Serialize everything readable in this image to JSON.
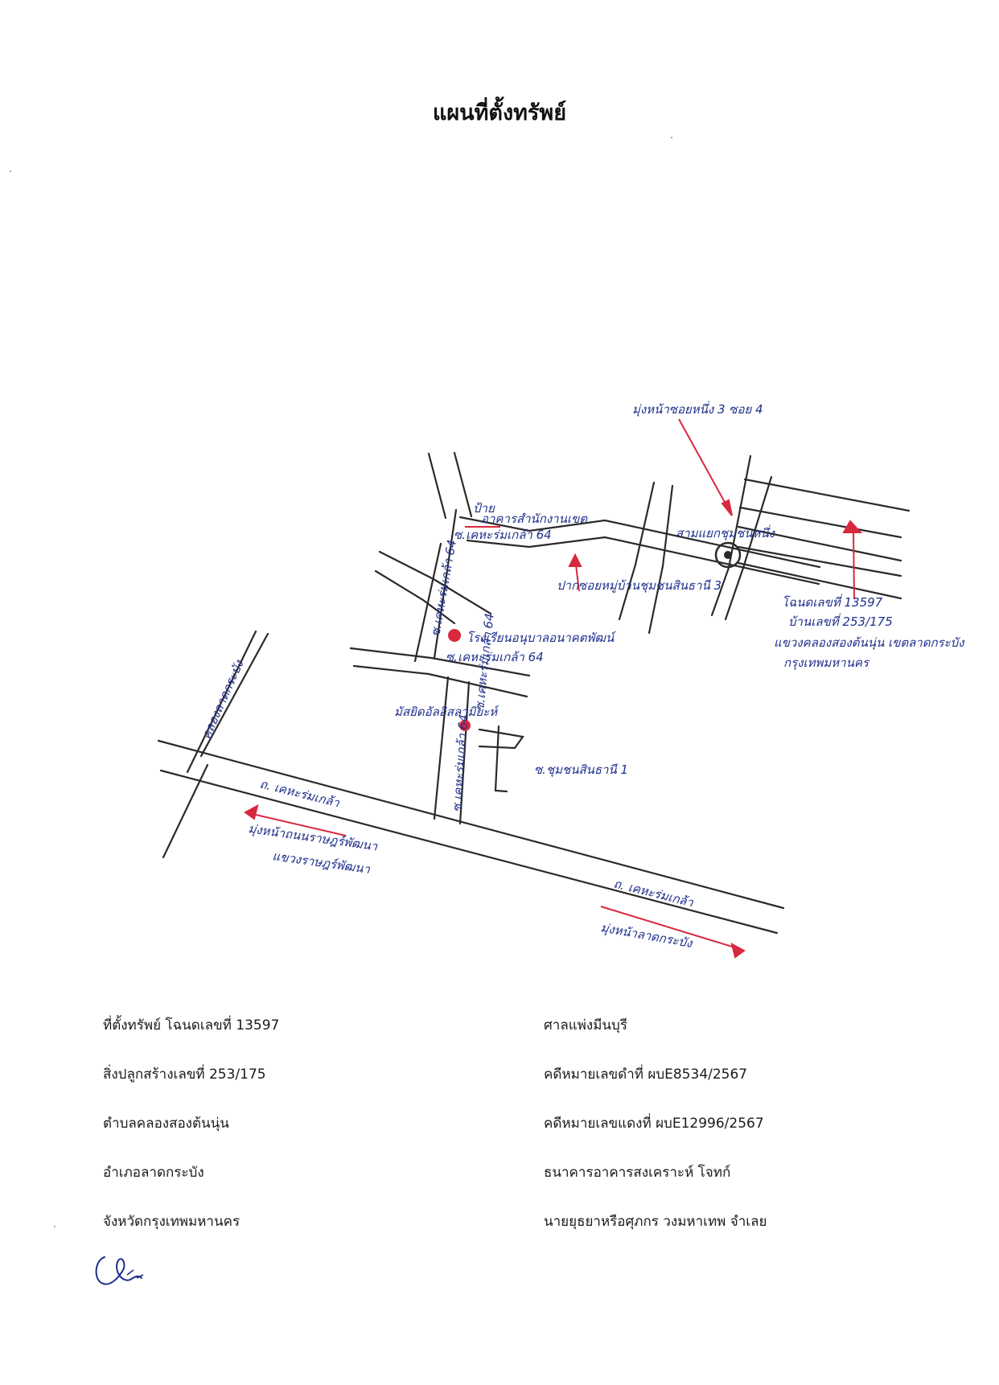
{
  "title": "แผนที่ตั้งทรัพย์",
  "map": {
    "labels": {
      "top_pointer": "มุ่งหน้าซอยหนึ่ง 3 ซอย 4",
      "roundabout": "สามแยกชุมชนหนึ่ง",
      "soi_main_1": "ซ.เคหะร่มเกล้า 64",
      "soi_main_2": "ซ.เคหะร่มเกล้า 64",
      "soi_main_3": "ซ.เคหะร่มเกล้า 64",
      "soi_main_4": "ซ.เคหะร่มเกล้า 64",
      "soi_lower": "ซ.เคหะร่มเกล้า 64",
      "soi_branch": "ซ.ชุมชนสินธานี 1",
      "office": "อาคารสำนักงานเขต",
      "pin": "ป้าย",
      "entrance": "ปากซอยหมู่บ้านชุมชนสินธานี 3",
      "school": "โรงเรียนอนุบาลอนาคตพัฒน์",
      "temple": "มัสยิดอัลอิสลามิยะห์",
      "canal": "คลองลาดกระบัง",
      "main_road_1": "ถ. เคหะร่มเกล้า",
      "main_road_2": "ถ. เคหะร่มเกล้า",
      "dir_left_1": "มุ่งหน้าถนนราษฎร์พัฒนา",
      "dir_left_2": "แขวงราษฎร์พัฒนา",
      "dir_right": "มุ่งหน้าลาดกระบัง",
      "property_1": "โฉนดเลขที่ 13597",
      "property_2": "บ้านเลขที่ 253/175",
      "property_3": "แขวงคลองสองต้นนุ่น เขตลาดกระบัง",
      "property_4": "กรุงเทพมหานคร"
    },
    "colors": {
      "road": "#2a2a2a",
      "handwriting": "#1f2f8c",
      "marker": "#d8283e"
    }
  },
  "left_column": [
    "ที่ตั้งทรัพย์ โฉนดเลขที่ 13597",
    "สิ่งปลูกสร้างเลขที่ 253/175",
    "ตำบลคลองสองต้นนุ่น",
    "อำเภอลาดกระบัง",
    "จังหวัดกรุงเทพมหานคร"
  ],
  "right_column": [
    "ศาลแพ่งมีนบุรี",
    "คดีหมายเลขดำที่ ผบE8534/2567",
    "คดีหมายเลขแดงที่ ผบE12996/2567",
    "ธนาคารอาคารสงเคราะห์ โจทก์",
    "นายยุธยาหรือศุภกร วงมหาเทพ จำเลย"
  ]
}
